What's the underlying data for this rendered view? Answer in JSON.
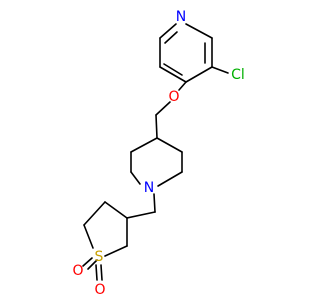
{
  "molecule": {
    "atoms": {
      "nitrogen_pyridine": {
        "label": "N",
        "color": "#0000ff"
      },
      "chlorine": {
        "label": "Cl",
        "color": "#00b000"
      },
      "oxygen_ether": {
        "label": "O",
        "color": "#ff0000"
      },
      "nitrogen_piperidine": {
        "label": "N",
        "color": "#0000ff"
      },
      "sulfur": {
        "label": "S",
        "color": "#c8a000"
      },
      "oxygen_sulfonyl_1": {
        "label": "O",
        "color": "#ff0000"
      },
      "oxygen_sulfonyl_2": {
        "label": "O",
        "color": "#ff0000"
      }
    }
  }
}
